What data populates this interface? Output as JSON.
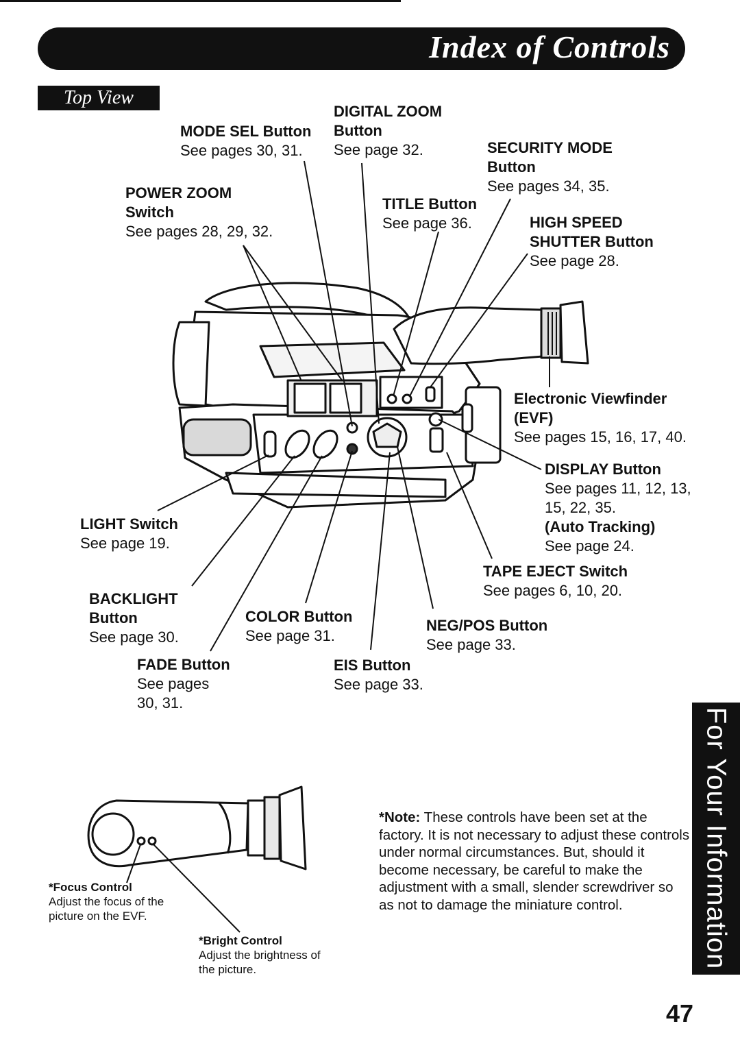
{
  "header": {
    "title": "Index of Controls",
    "subtitle": "Top View"
  },
  "labels": {
    "mode_sel": {
      "name": "MODE SEL Button",
      "ref": "See pages 30, 31."
    },
    "digital_zoom": {
      "name1": "DIGITAL ZOOM",
      "name2": "Button",
      "ref": "See page 32."
    },
    "security_mode": {
      "name1": "SECURITY MODE",
      "name2": "Button",
      "ref": "See pages 34, 35."
    },
    "power_zoom": {
      "name1": "POWER ZOOM",
      "name2": "Switch",
      "ref": "See pages 28, 29, 32."
    },
    "title": {
      "name": "TITLE Button",
      "ref": "See page 36."
    },
    "high_speed": {
      "name1": "HIGH SPEED",
      "name2": "SHUTTER Button",
      "ref": "See page 28."
    },
    "evf": {
      "name1": "Electronic Viewfinder",
      "name2": "(EVF)",
      "ref": "See pages 15, 16, 17, 40."
    },
    "display": {
      "name": "DISPLAY Button",
      "ref1": "See pages 11, 12, 13,",
      "ref2": "15, 22, 35.",
      "name2": "(Auto Tracking)",
      "ref3": "See page 24."
    },
    "light": {
      "name": "LIGHT Switch",
      "ref": "See page 19."
    },
    "tape_eject": {
      "name": "TAPE EJECT Switch",
      "ref": "See pages 6, 10, 20."
    },
    "backlight": {
      "name1": "BACKLIGHT",
      "name2": "Button",
      "ref": "See page 30."
    },
    "color": {
      "name": "COLOR Button",
      "ref": "See page 31."
    },
    "neg_pos": {
      "name": "NEG/POS Button",
      "ref": "See page 33."
    },
    "fade": {
      "name": "FADE Button",
      "ref1": "See pages",
      "ref2": "30, 31."
    },
    "eis": {
      "name": "EIS Button",
      "ref": "See page 33."
    },
    "focus": {
      "name": "*Focus Control",
      "desc1": "Adjust the focus of the",
      "desc2": "picture on the EVF."
    },
    "bright": {
      "name": "*Bright Control",
      "desc1": "Adjust the brightness of",
      "desc2": "the picture."
    }
  },
  "note": {
    "label": "*Note:",
    "text": " These controls have been set at the factory. It is not necessary to adjust these controls under normal circumstances. But, should it become necessary, be careful to make the adjustment with a small, slender screwdriver so as not to damage the miniature control."
  },
  "side_tab": "For Your Information",
  "page_number": "47"
}
